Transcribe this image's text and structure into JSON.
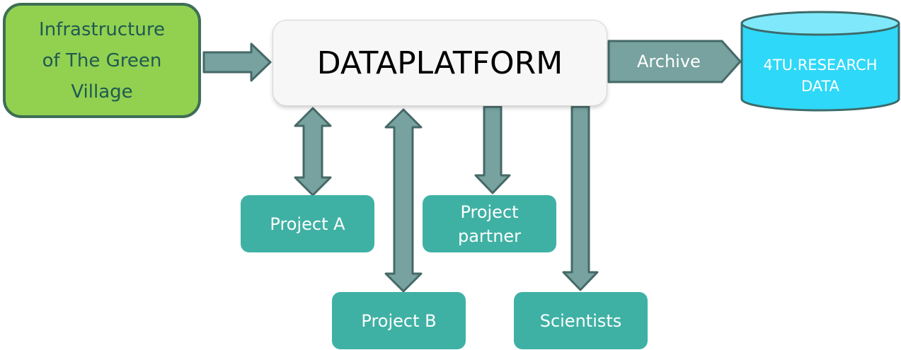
{
  "diagram": {
    "nodes": {
      "infrastructure": "Infrastructure\nof The Green\nVillage",
      "dataplatform": "DATAPLATFORM",
      "repository": "4TU.RESEARCH\nDATA",
      "project_a": "Project A",
      "project_b": "Project B",
      "project_partner": "Project\npartner",
      "scientists": "Scientists"
    },
    "edges": [
      {
        "from": "infrastructure",
        "to": "dataplatform",
        "direction": "forward",
        "label": ""
      },
      {
        "from": "dataplatform",
        "to": "repository",
        "direction": "forward",
        "label": "Archive"
      },
      {
        "from": "dataplatform",
        "to": "project_a",
        "direction": "both",
        "label": ""
      },
      {
        "from": "dataplatform",
        "to": "project_b",
        "direction": "both",
        "label": ""
      },
      {
        "from": "dataplatform",
        "to": "project_partner",
        "direction": "forward",
        "label": ""
      },
      {
        "from": "dataplatform",
        "to": "scientists",
        "direction": "forward",
        "label": ""
      }
    ],
    "colors": {
      "green_fill": "#92d050",
      "green_border": "#3e6e56",
      "green_text": "#1e5a52",
      "teal_fill": "#3fb1a4",
      "arrow_fill": "#77a29f",
      "arrow_stroke": "#456967",
      "cylinder_fill": "#2ed8f8",
      "cylinder_top": "#7fe9fb",
      "cylinder_stroke": "#3d6a6a"
    }
  }
}
